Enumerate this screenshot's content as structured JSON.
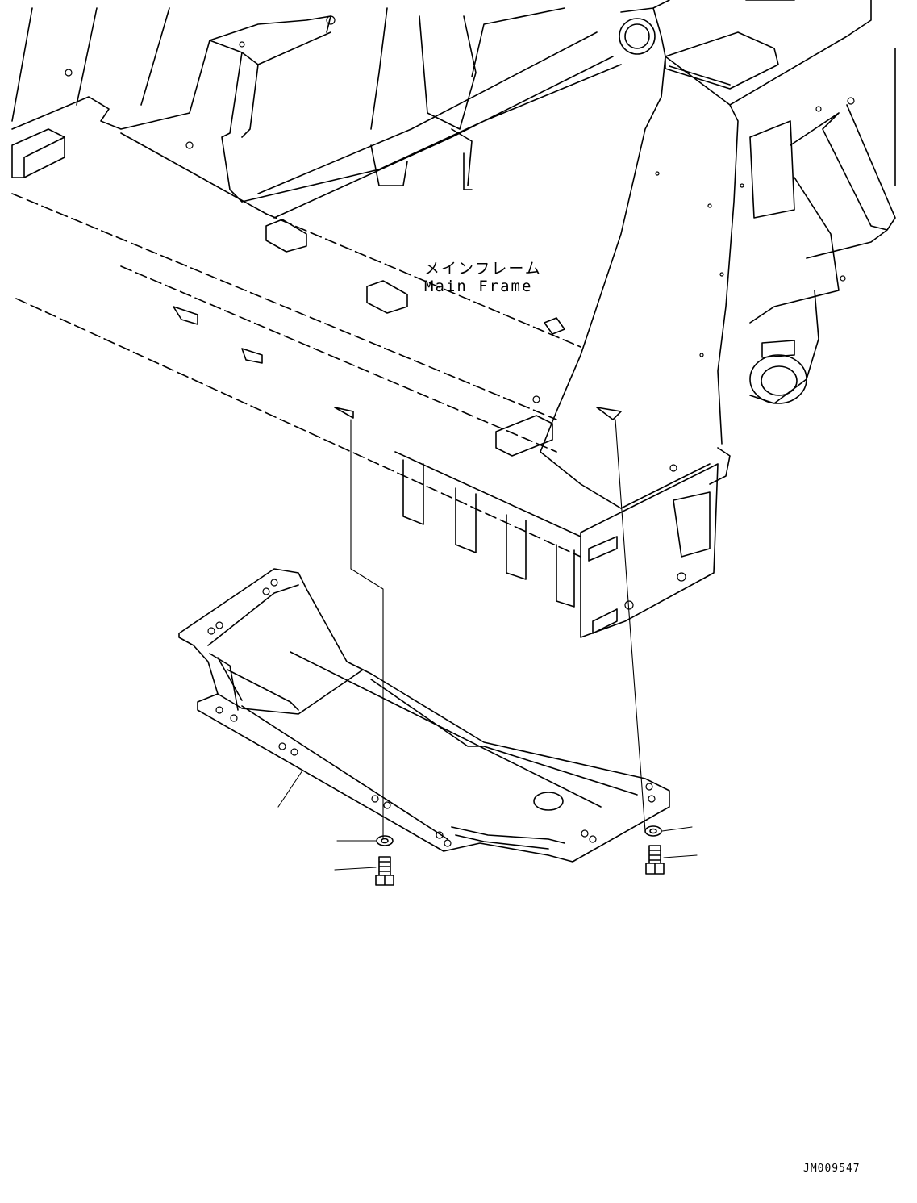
{
  "labels": {
    "main_frame_jp": "メインフレーム",
    "main_frame_en": "Main Frame",
    "drawing_code": "JM009547"
  },
  "colors": {
    "line": "#000000",
    "background": "#ffffff"
  }
}
